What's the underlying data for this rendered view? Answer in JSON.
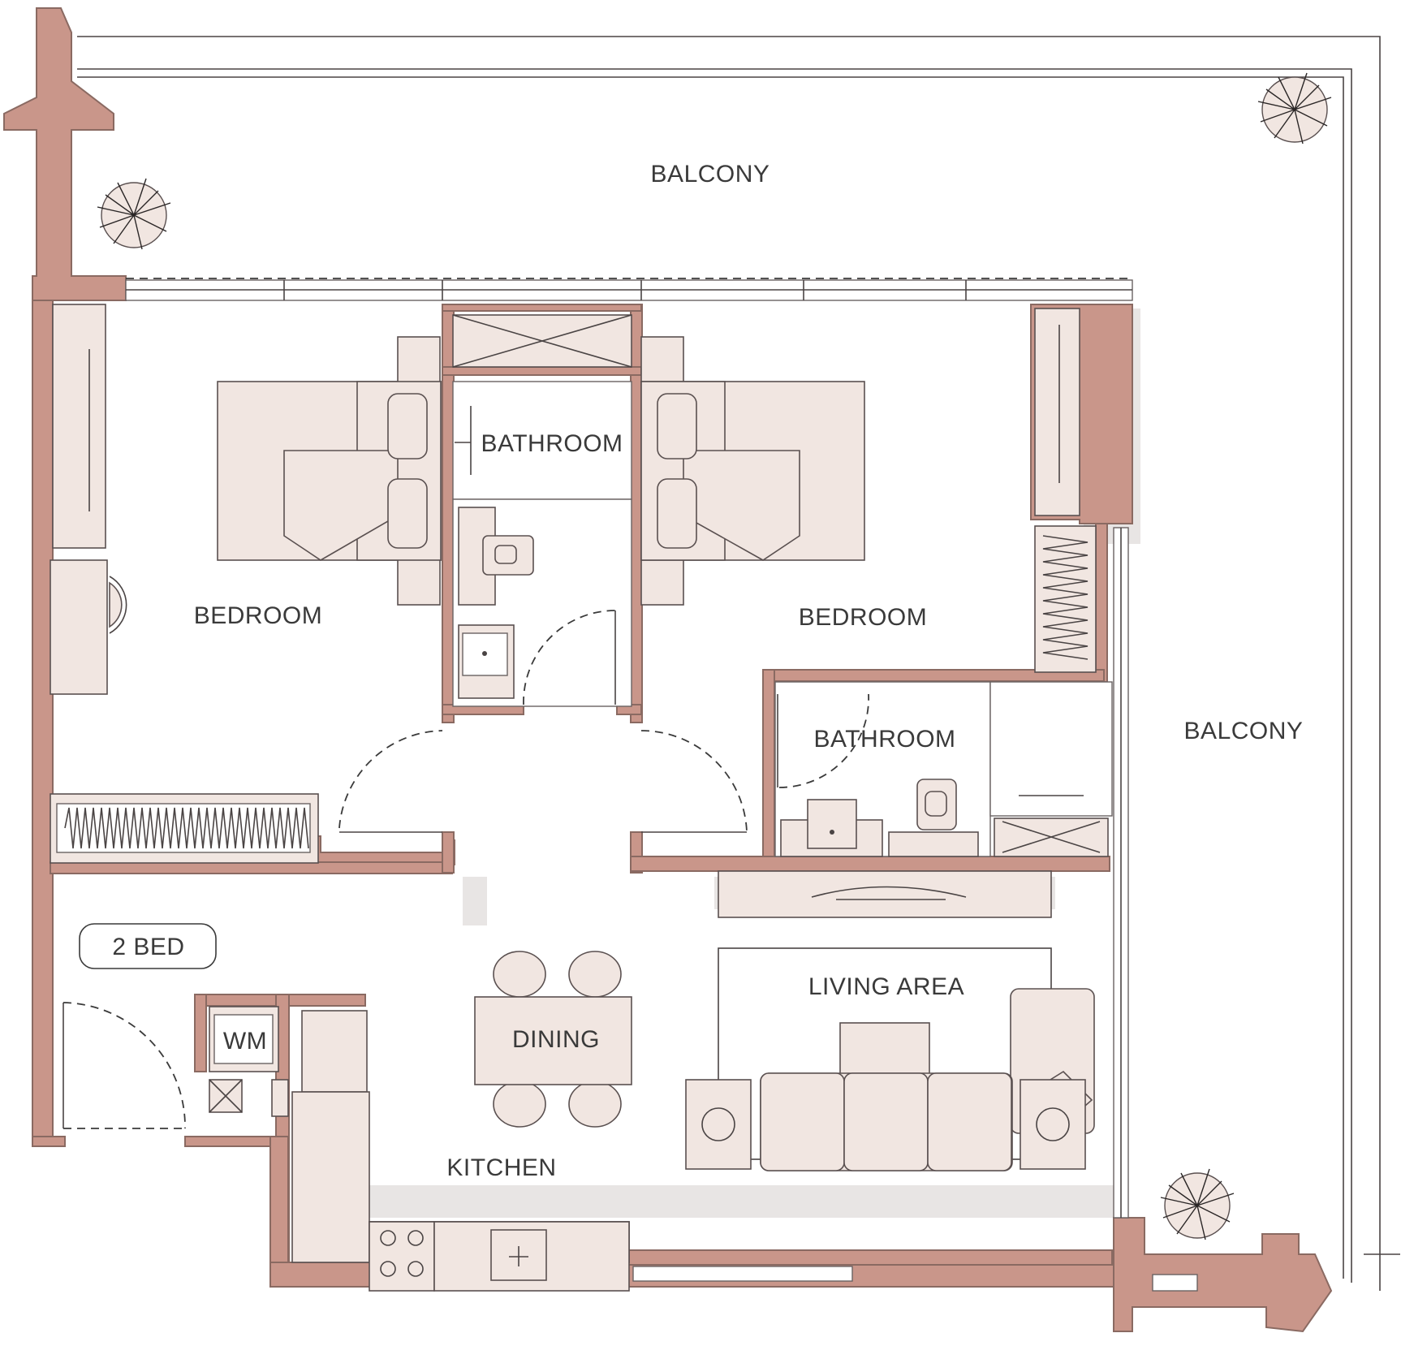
{
  "rooms": {
    "balcony_top": "BALCONY",
    "balcony_right": "BALCONY",
    "bedroom_left": "BEDROOM",
    "bedroom_right": "BEDROOM",
    "bathroom_top": "BATHROOM",
    "bathroom_right": "BATHROOM",
    "living_area": "LIVING AREA",
    "dining": "DINING",
    "kitchen": "KITCHEN",
    "washing_machine": "WM"
  },
  "unit_badge": "2 BED",
  "colors": {
    "wall": "#c9968a",
    "furniture": "#f1e6e1",
    "outline": "#4a4444"
  },
  "icons": [
    "plant-icon",
    "bed-icon",
    "toilet-icon",
    "sink-icon",
    "stove-icon",
    "sofa-icon",
    "tv-icon",
    "wardrobe-icon",
    "door-swing-icon"
  ]
}
